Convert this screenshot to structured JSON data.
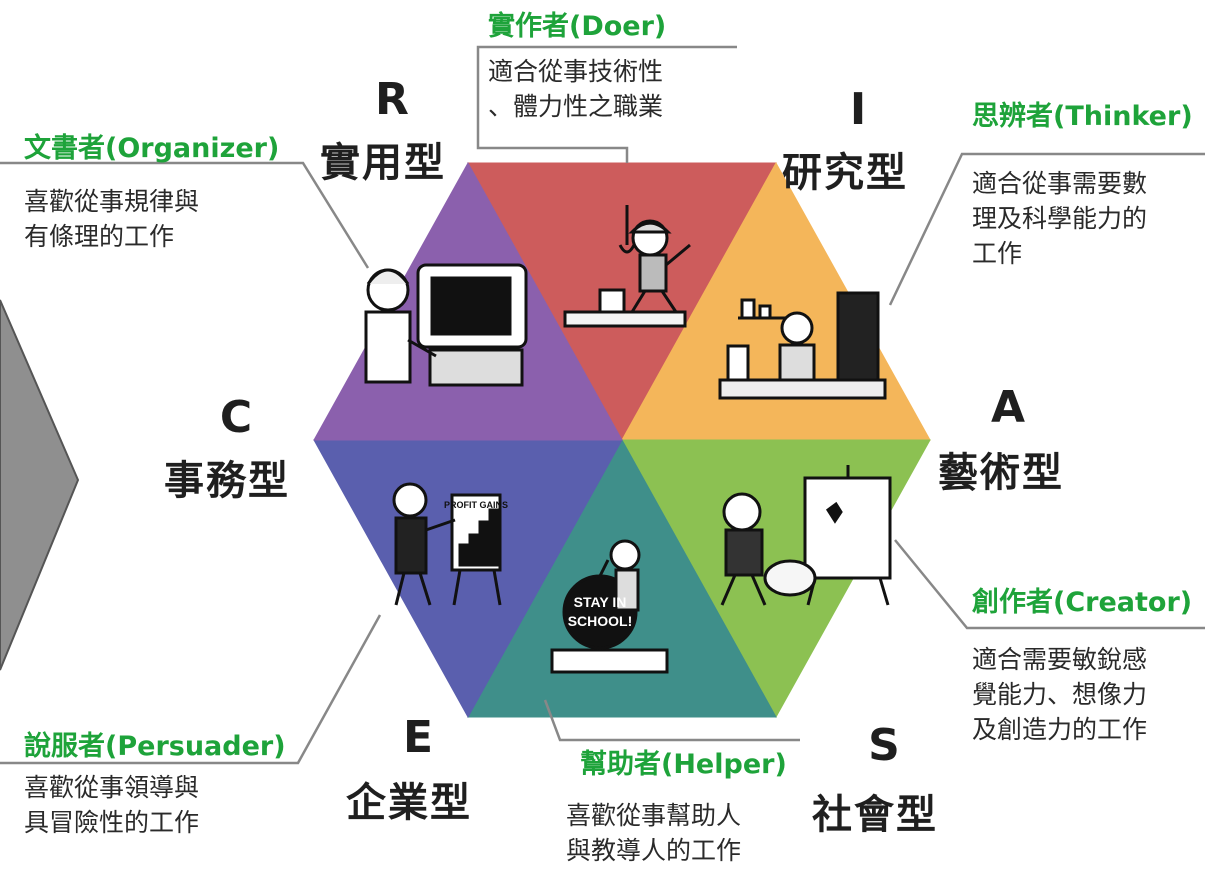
{
  "colors": {
    "realistic": "#cd5c5c",
    "investigative": "#f4b65a",
    "artistic": "#8cc152",
    "social": "#3f8f8a",
    "enterprising": "#5a5fae",
    "conventional": "#8b60ad",
    "label_green": "#1ea33a",
    "leader_line": "#888888"
  },
  "types": {
    "R": {
      "letter": "R",
      "name": "實用型",
      "role": "實作者(Doer)",
      "desc": [
        "適合從事技術性",
        "、體力性之職業"
      ]
    },
    "I": {
      "letter": "I",
      "name": "研究型",
      "role": "思辨者(Thinker)",
      "desc": [
        "適合從事需要數",
        "理及科學能力的",
        "工作"
      ]
    },
    "A": {
      "letter": "A",
      "name": "藝術型",
      "role": "創作者(Creator)",
      "desc": [
        "適合需要敏銳感",
        "覺能力、想像力",
        "及創造力的工作"
      ]
    },
    "S": {
      "letter": "S",
      "name": "社會型",
      "role": "幫助者(Helper)",
      "desc": [
        "喜歡從事幫助人",
        "與教導人的工作"
      ]
    },
    "E": {
      "letter": "E",
      "name": "企業型",
      "role": "說服者(Persuader)",
      "desc": [
        "喜歡從事領導與",
        "具冒險性的工作"
      ]
    },
    "C": {
      "letter": "C",
      "name": "事務型",
      "role": "文書者(Organizer)",
      "desc": [
        "喜歡從事規律與",
        "有條理的工作"
      ]
    }
  },
  "illustrations": {
    "R": "construction-worker-illustration",
    "I": "scientist-illustration",
    "A": "painter-illustration",
    "S": "student-illustration",
    "E": "presenter-illustration",
    "C": "typist-illustration"
  }
}
